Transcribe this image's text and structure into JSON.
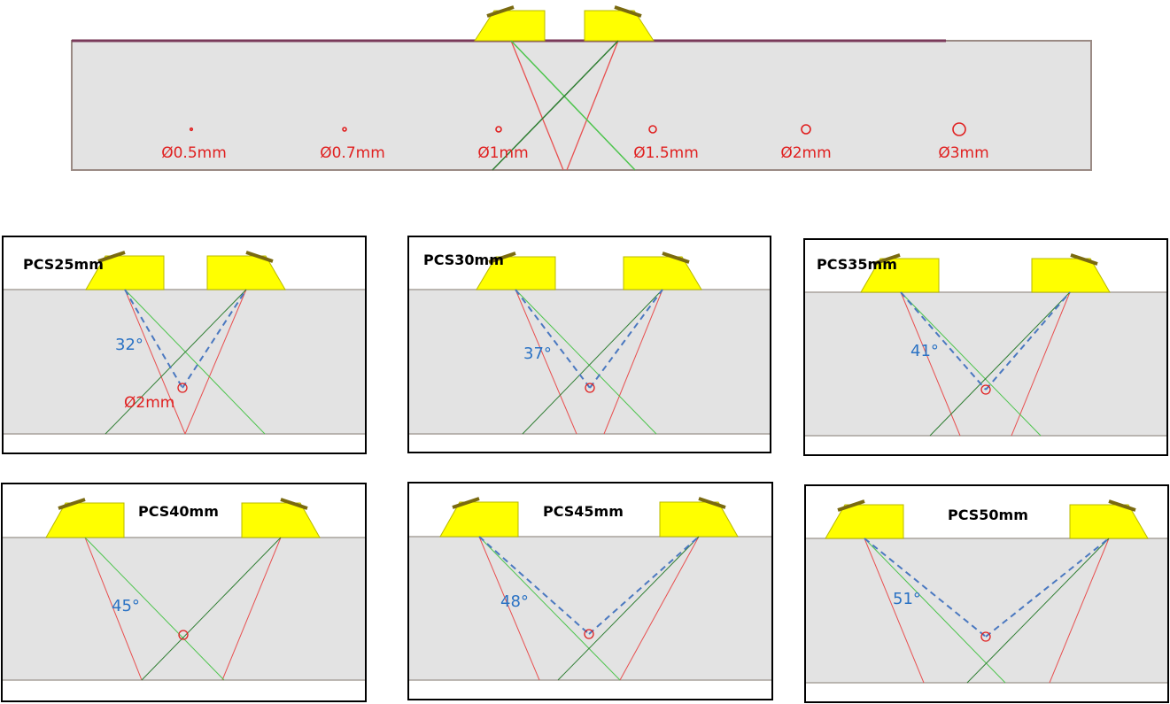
{
  "overview": {
    "defects": [
      {
        "label": "Ø0.5mm",
        "diameter_mm": 0.5
      },
      {
        "label": "Ø0.7mm",
        "diameter_mm": 0.7
      },
      {
        "label": "Ø1mm",
        "diameter_mm": 1
      },
      {
        "label": "Ø1.5mm",
        "diameter_mm": 1.5
      },
      {
        "label": "Ø2mm",
        "diameter_mm": 2
      },
      {
        "label": "Ø3mm",
        "diameter_mm": 3
      }
    ]
  },
  "panels": [
    {
      "title": "PCS25mm",
      "angle": "32°",
      "defect_label": "Ø2mm"
    },
    {
      "title": "PCS30mm",
      "angle": "37°"
    },
    {
      "title": "PCS35mm",
      "angle": "41°"
    },
    {
      "title": "PCS40mm",
      "angle": "45°"
    },
    {
      "title": "PCS45mm",
      "angle": "48°"
    },
    {
      "title": "PCS50mm",
      "angle": "51°"
    }
  ],
  "colors": {
    "wedge": "#ffff00",
    "red_beam": "#e85050",
    "green_beam": "#4cc44c",
    "dark_green_beam": "#2e7d32",
    "dashed": "#4a78c0",
    "angle_text": "#2a72c4",
    "defect": "#e02020",
    "block": "#e3e3e3"
  }
}
